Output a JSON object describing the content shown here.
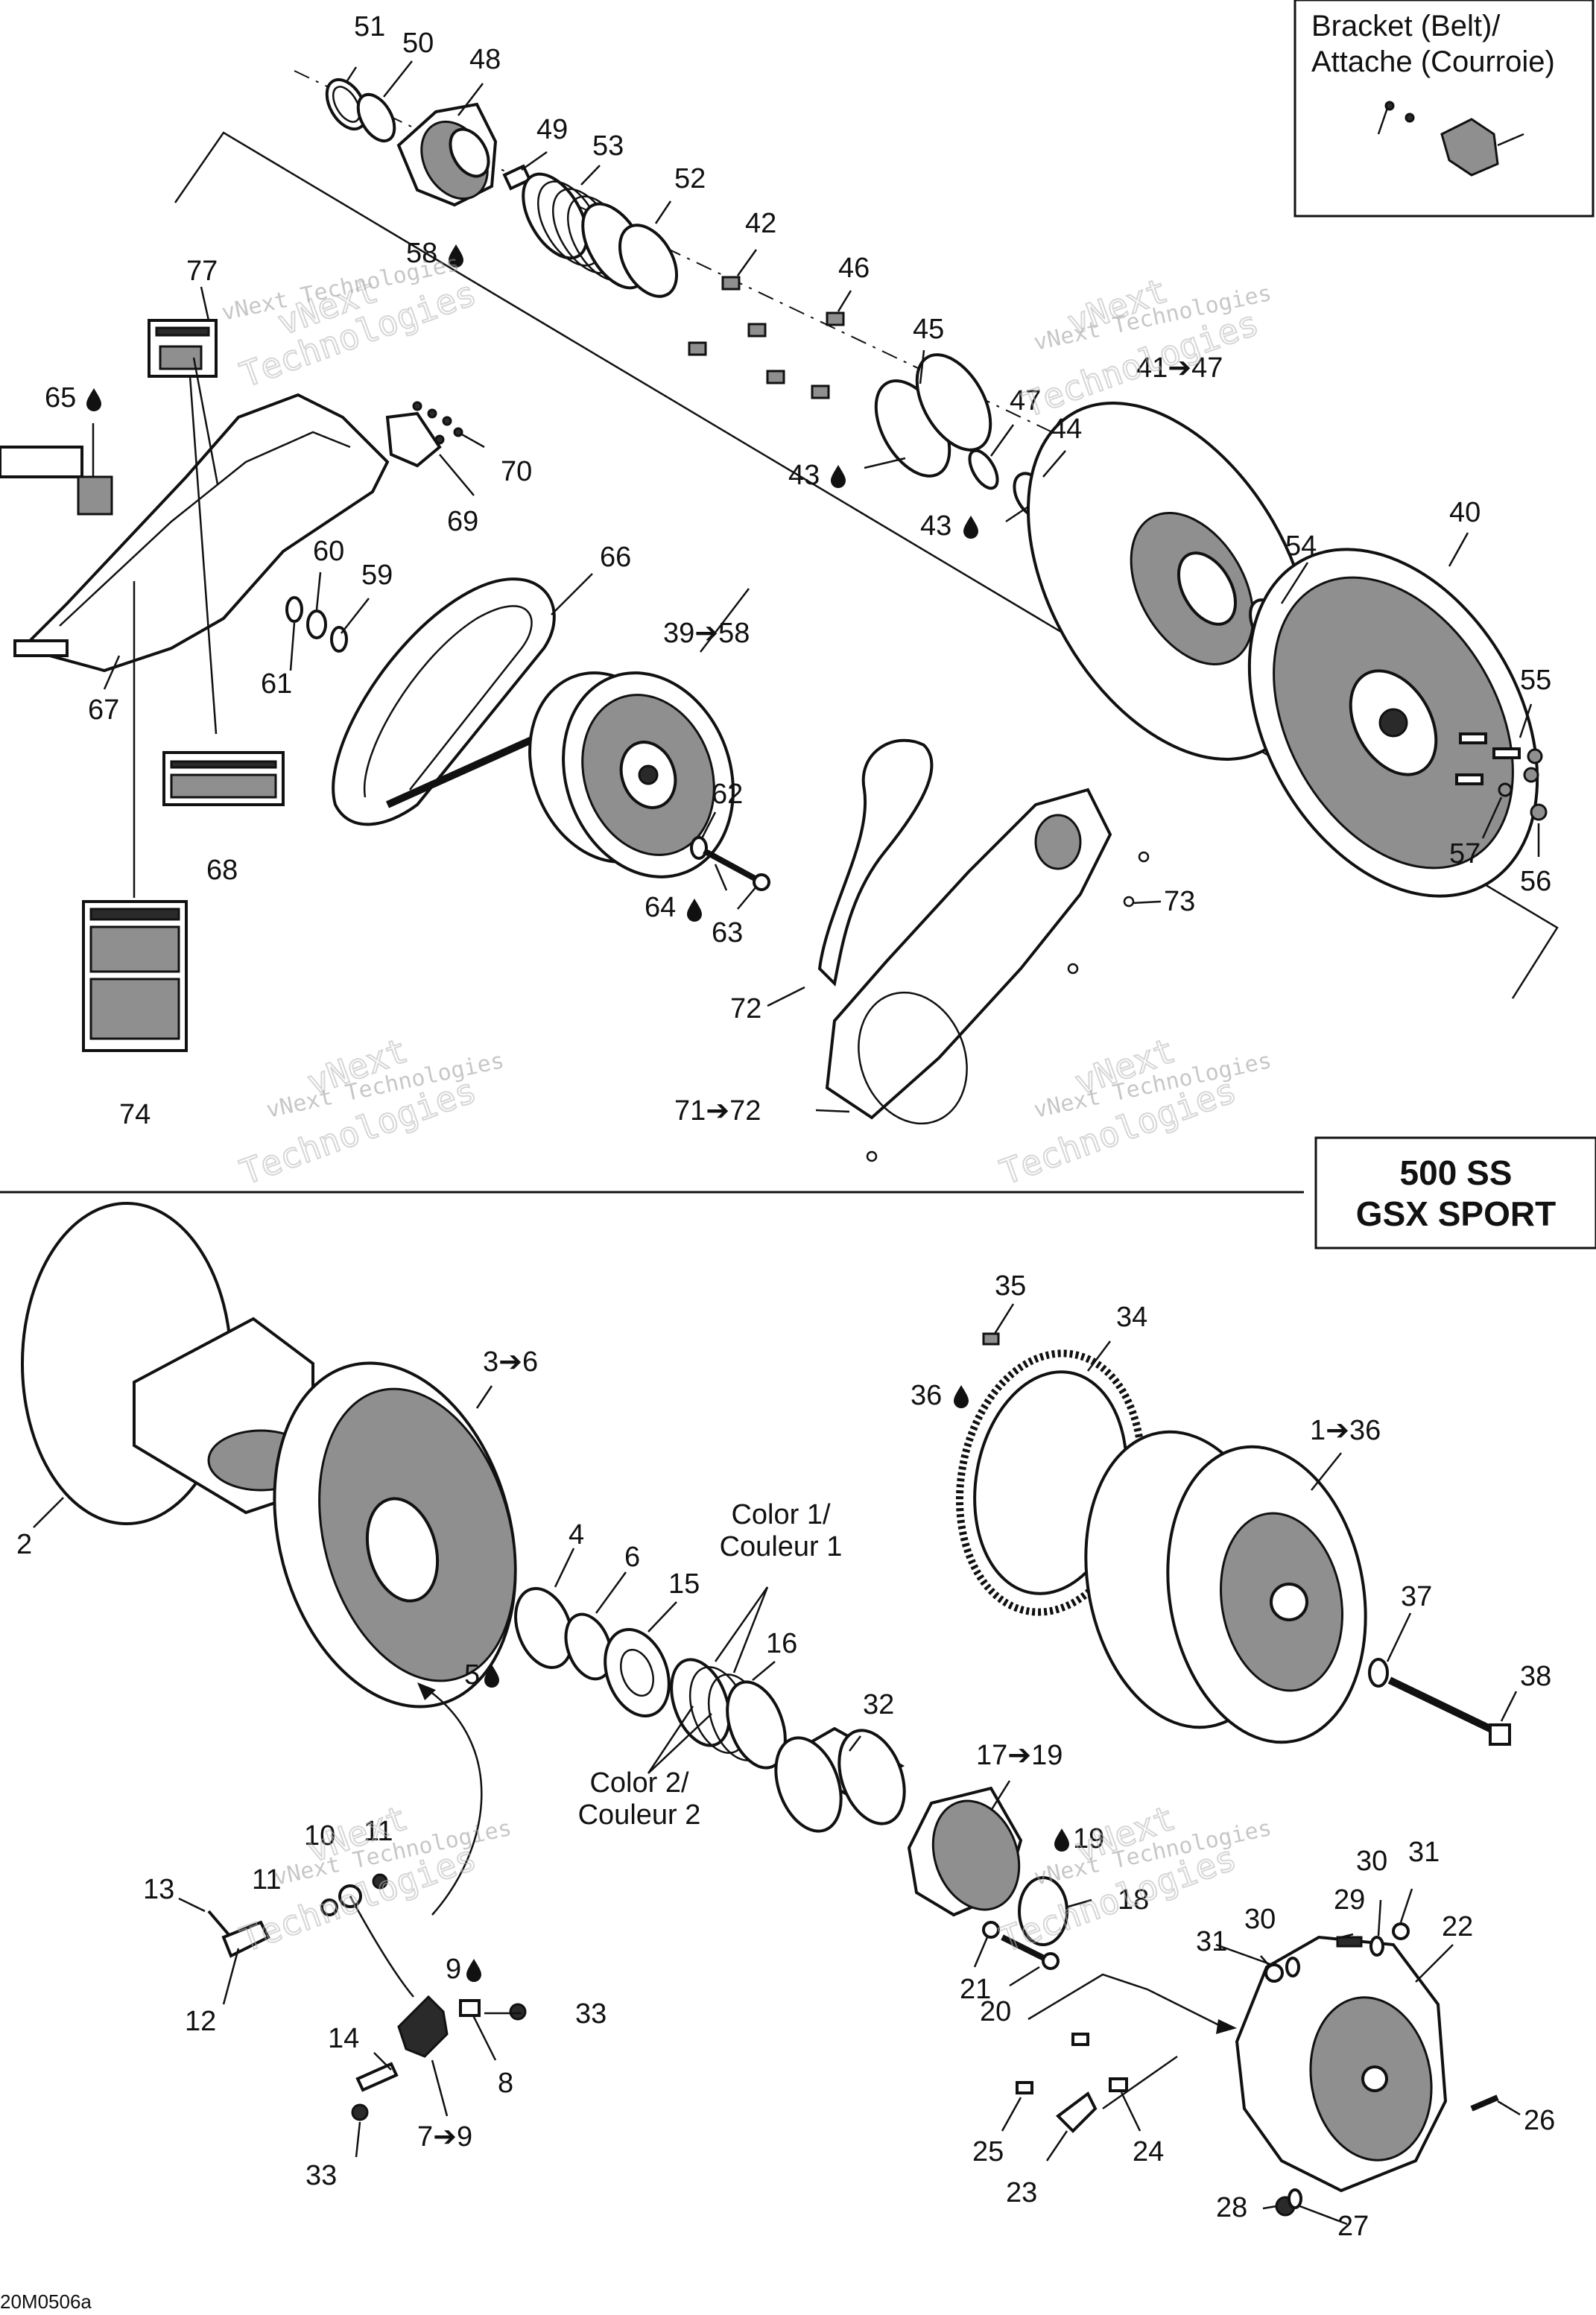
{
  "inset_box": {
    "title_line1": "Bracket (Belt)/",
    "title_line2": "Attache (Courroie)"
  },
  "model_box": {
    "line1": "500 SS",
    "line2": "GSX SPORT"
  },
  "diagram_ref": "20M0506a",
  "watermark": {
    "small": "vNext Technologies",
    "big_line1": "vNext",
    "big_line2": "Technologies"
  },
  "color_labels": {
    "color1_line1": "Color 1/",
    "color1_line2": "Couleur 1",
    "color2_line1": "Color 2/",
    "color2_line2": "Couleur 2"
  },
  "callouts": {
    "c51": "51",
    "c50": "50",
    "c48": "48",
    "c49": "49",
    "c53": "53",
    "c52": "52",
    "c58": "58",
    "c42": "42",
    "c46": "46",
    "c45": "45",
    "c41_47": "41➔47",
    "c47": "47",
    "c44": "44",
    "c43a": "43",
    "c43b": "43",
    "c77": "77",
    "c65": "65",
    "c70": "70",
    "c69": "69",
    "c60": "60",
    "c59": "59",
    "c61": "61",
    "c66": "66",
    "c39_58": "39➔58",
    "c40": "40",
    "c54": "54",
    "c55": "55",
    "c57": "57",
    "c56": "56",
    "c67": "67",
    "c68": "68",
    "c62": "62",
    "c64": "64",
    "c63": "63",
    "c73": "73",
    "c72": "72",
    "c71_72": "71➔72",
    "c74": "74",
    "c35": "35",
    "c34": "34",
    "c36": "36",
    "c3_6": "3➔6",
    "c1_36": "1➔36",
    "c2": "2",
    "c4": "4",
    "c6": "6",
    "c15": "15",
    "c5": "5",
    "c16": "16",
    "c37": "37",
    "c38": "38",
    "c32": "32",
    "c17_19": "17➔19",
    "c19": "19",
    "c18": "18",
    "c10": "10",
    "c11a": "11",
    "c11b": "11",
    "c13": "13",
    "c12": "12",
    "c9": "9",
    "c33a": "33",
    "c14": "14",
    "c8": "8",
    "c7_9": "7➔9",
    "c33b": "33",
    "c21": "21",
    "c20": "20",
    "c29": "29",
    "c30a": "30",
    "c31a": "31",
    "c30b": "30",
    "c31b": "31",
    "c22": "22",
    "c25": "25",
    "c24": "24",
    "c23": "23",
    "c26": "26",
    "c28": "28",
    "c27": "27"
  }
}
